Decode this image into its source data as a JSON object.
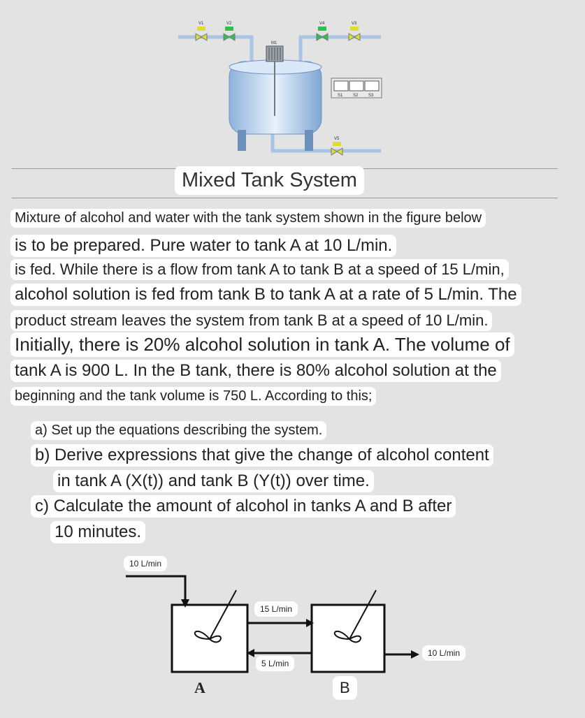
{
  "illustration": {
    "valves": [
      "V1",
      "V2",
      "V4",
      "V3",
      "V5"
    ],
    "motor": "M1",
    "sensors": [
      "S1",
      "S2",
      "S3"
    ]
  },
  "title": "Mixed Tank System",
  "problem_lines": [
    "Mixture of alcohol and water with the tank system shown in the figure below",
    "is to be prepared. Pure water to tank A at 10 L/min.",
    "is fed. While there is a flow from tank A to tank B at a speed of 15 L/min,",
    "alcohol solution is fed from tank B to tank A at a rate of 5 L/min. The",
    "product stream leaves the system from tank B at a speed of 10 L/min.",
    "Initially, there is 20% alcohol solution in tank A. The volume of",
    "tank A is 900 L. In the B tank, there is 80% alcohol solution at the",
    "beginning and the tank volume is 750 L. According to this;"
  ],
  "questions": [
    "a) Set up the equations describing the system.",
    "b) Derive expressions that give the change of alcohol content",
    "in tank A (X(t)) and tank B (Y(t)) over time.",
    "c) Calculate the amount of alcohol in tanks A and B after",
    "10 minutes."
  ],
  "diagram": {
    "inflow_label": "10 L/min",
    "a_to_b_label": "15 L/min",
    "b_to_a_label": "5 L/min",
    "outflow_label": "10 L/min",
    "tank_a_label": "A",
    "tank_b_label": "B"
  }
}
